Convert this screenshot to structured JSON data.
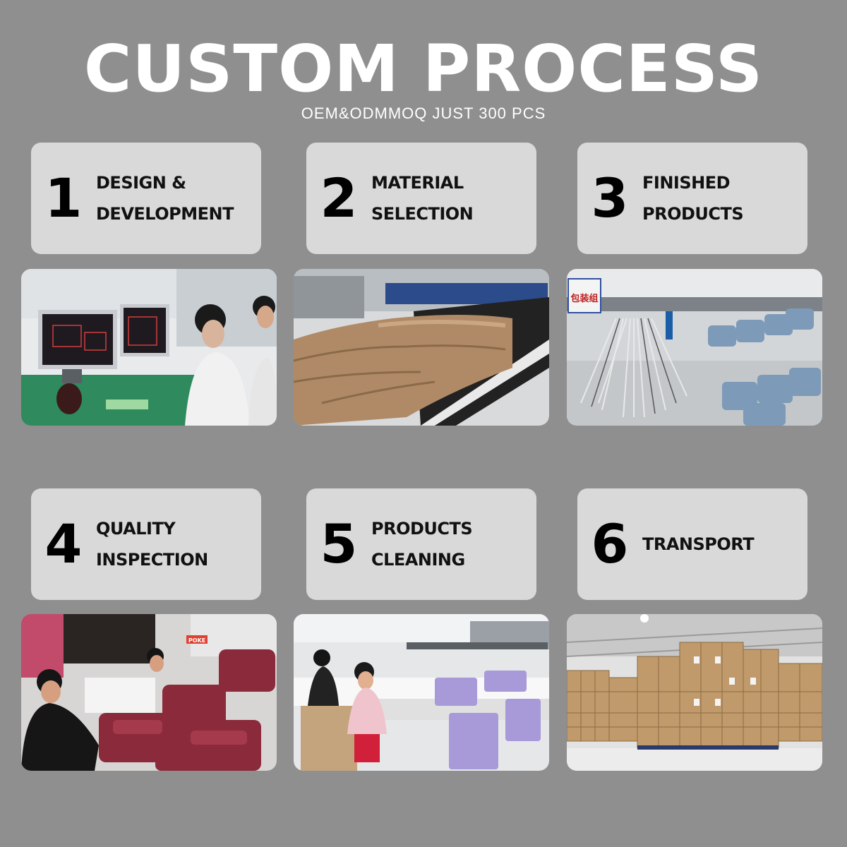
{
  "header": {
    "title": "CUSTOM PROCESS",
    "subtitle": "OEM&ODMMOQ JUST 300 PCS"
  },
  "steps": [
    {
      "number": "1",
      "label": "DESIGN &\nDEVELOPMENT"
    },
    {
      "number": "2",
      "label": "MATERIAL\nSELECTION"
    },
    {
      "number": "3",
      "label": "FINISHED\nPRODUCTS"
    },
    {
      "number": "4",
      "label": "QUALITY\nINSPECTION"
    },
    {
      "number": "5",
      "label": "PRODUCTS\nCLEANING"
    },
    {
      "number": "6",
      "label": "TRANSPORT"
    }
  ],
  "photo_signs": {
    "photo3_sign": "包装组",
    "photo4_sign": "POKE"
  },
  "colors": {
    "background": "#8f8f8f",
    "card": "#d9d9d9",
    "title": "#ffffff"
  }
}
